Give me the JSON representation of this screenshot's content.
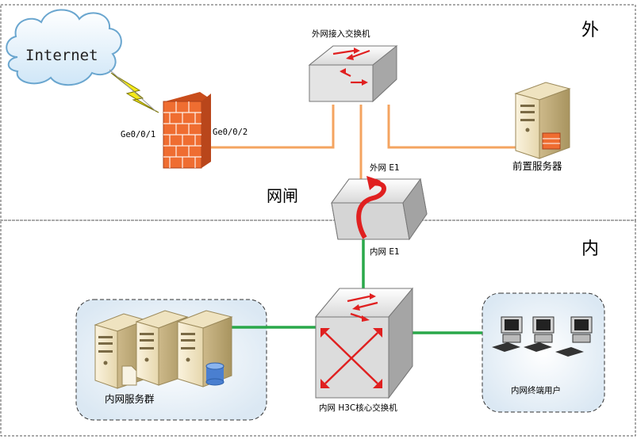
{
  "zones": {
    "outer_label": "外",
    "inner_label": "内",
    "gateway_label": "网闸"
  },
  "cloud": {
    "label": "Internet"
  },
  "firewall": {
    "port_left": "Ge0/0/1",
    "port_right": "Ge0/0/2"
  },
  "outer_switch": {
    "label": "外网接入交换机"
  },
  "front_server": {
    "label": "前置服务器"
  },
  "gateway": {
    "outer_port": "外网 E1",
    "inner_port": "内网 E1"
  },
  "core_switch": {
    "label": "内网 H3C核心交换机"
  },
  "server_group": {
    "label": "内网服务群"
  },
  "terminals": {
    "label": "内网终端用户"
  },
  "colors": {
    "outer_link": "#f4a460",
    "inner_link": "#2aa84a",
    "arrow": "#e02020",
    "firewall": "#e8622a",
    "cloud": "#dff0fb"
  }
}
